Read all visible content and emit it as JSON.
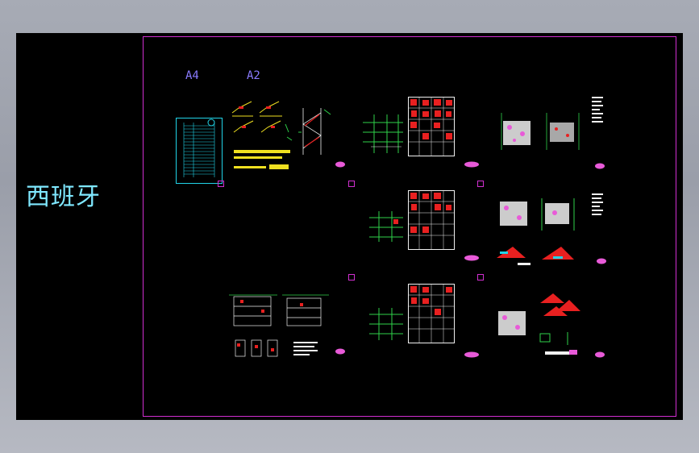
{
  "side_label": "西班牙",
  "sheet_tags": {
    "a4": "A4",
    "a2": "A2"
  },
  "colors": {
    "background": "#000000",
    "frame": "#d12fd0",
    "side_label": "#7fe8ff",
    "sheet_tag": "#8a7bff",
    "window_bg": "#a7abb5"
  }
}
